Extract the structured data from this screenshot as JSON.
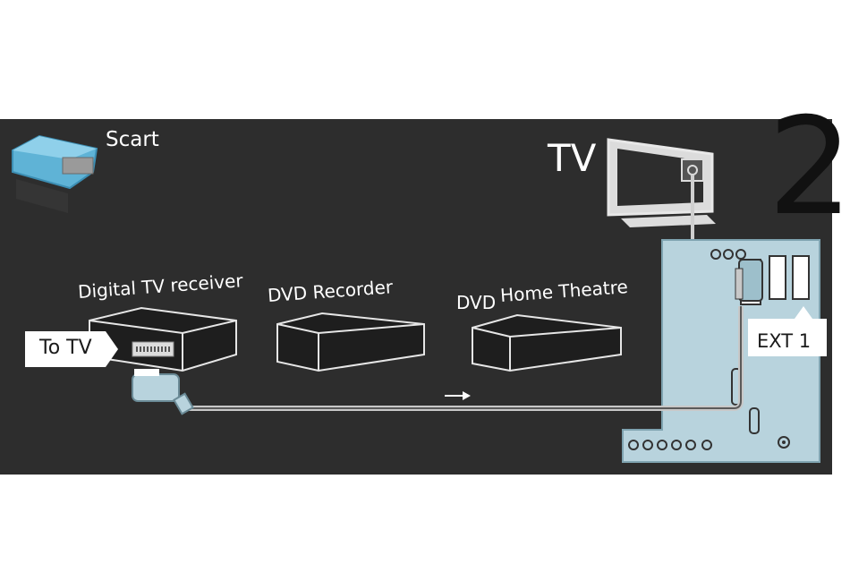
{
  "diagram": {
    "step": "2",
    "connector_name": "Scart",
    "tv_label": "TV",
    "devices": [
      {
        "label": "Digital TV receiver"
      },
      {
        "label": "DVD Recorder"
      },
      {
        "label_a": "DVD",
        "label_b": "Home Theatre"
      }
    ],
    "to_tv": "To TV",
    "ext_port": "EXT 1"
  }
}
